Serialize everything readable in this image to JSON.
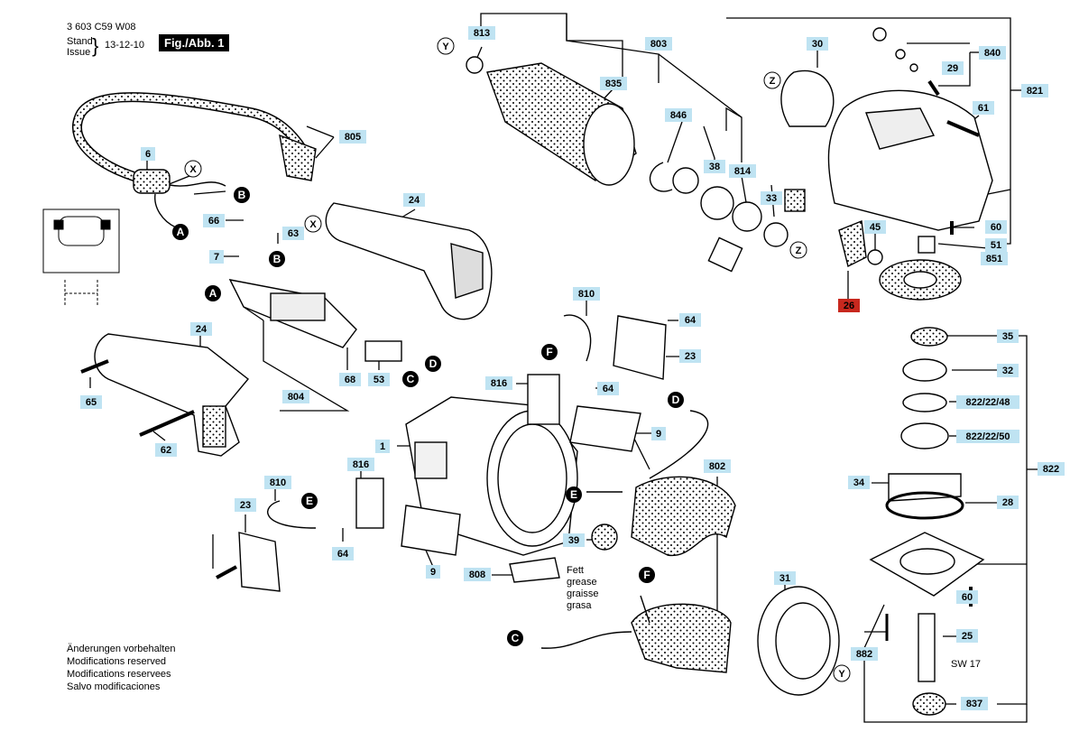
{
  "header": {
    "doc_number": "3 603 C59 W08",
    "stand": "Stand",
    "issue": "Issue",
    "brace": "}",
    "date": "13-12-10",
    "fig": "Fig./Abb. 1"
  },
  "notes": [
    "Änderungen vorbehalten",
    "Modifications reserved",
    "Modifications reservees",
    "Salvo modificaciones"
  ],
  "fett_note": [
    "Fett",
    "grease",
    "graisse",
    "grasa"
  ],
  "sw_note": "SW 17",
  "colors": {
    "label_fill": "#bfe3f2",
    "highlight_fill": "#c8281e",
    "ink": "#000000"
  },
  "part_labels": [
    "813",
    "803",
    "835",
    "846",
    "38",
    "814",
    "33",
    "30",
    "840",
    "29",
    "821",
    "61",
    "60",
    "45",
    "51",
    "851",
    "26",
    "805",
    "6",
    "66",
    "63",
    "7",
    "24",
    "24",
    "65",
    "62",
    "804",
    "68",
    "53",
    "810",
    "64",
    "23",
    "816",
    "64",
    "9",
    "1",
    "802",
    "816",
    "810",
    "23",
    "64",
    "9",
    "808",
    "39",
    "31",
    "35",
    "32",
    "822/22/48",
    "822/22/50",
    "34",
    "28",
    "822",
    "60",
    "25",
    "882",
    "837"
  ],
  "connector_letters": [
    "B",
    "A",
    "B",
    "A",
    "D",
    "C",
    "F",
    "D",
    "E",
    "E",
    "F",
    "C"
  ],
  "ref_letters": [
    "Y",
    "Z",
    "X",
    "X",
    "Z",
    "Y"
  ]
}
